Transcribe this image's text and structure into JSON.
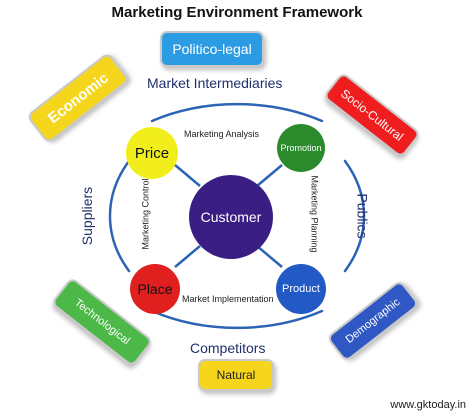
{
  "title": "Marketing Environment Framework",
  "outer_boxes": {
    "politico_legal": "Politico-legal",
    "economic": "Economic",
    "socio_cultural": "Socio-Cultural",
    "technological": "Technological",
    "demographic": "Demographic",
    "natural": "Natural"
  },
  "ring_labels": {
    "market_intermediaries": "Market Intermediaries",
    "suppliers": "Suppliers",
    "publics": "Publics",
    "competitors": "Competitors"
  },
  "inner_labels": {
    "marketing_analysis": "Marketing Analysis",
    "marketing_control": "Marketing Control",
    "marketing_planning": "Marketing Planning",
    "market_implementation": "Market Implementation"
  },
  "nodes": {
    "price": "Price",
    "promotion": "Promotion",
    "place": "Place",
    "product": "Product",
    "customer": "Customer"
  },
  "footer": "www.gktoday.in",
  "colors": {
    "politico_legal": "#2b9be3",
    "economic": "#f6d61c",
    "socio_cultural": "#ef1d1d",
    "technological": "#4bb848",
    "demographic": "#2f58c4",
    "natural": "#f6d61c",
    "price": "#f2ee1c",
    "promotion": "#2b8a2b",
    "place": "#e01f1f",
    "product": "#2259c4",
    "customer": "#3b1e84",
    "ring": "#2b64b4"
  }
}
